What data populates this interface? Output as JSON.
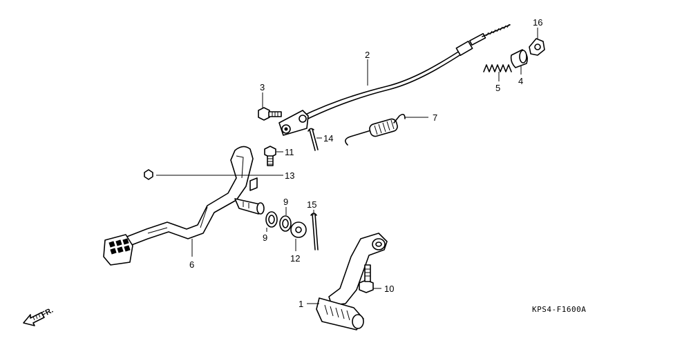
{
  "diagram": {
    "callouts": {
      "c1": "1",
      "c2": "2",
      "c3": "3",
      "c4": "4",
      "c5": "5",
      "c6": "6",
      "c7": "7",
      "c9a": "9",
      "c9b": "9",
      "c10": "10",
      "c11": "11",
      "c12": "12",
      "c13": "13",
      "c14": "14",
      "c15": "15",
      "c16": "16"
    },
    "figure_code": "KPS4-F1600A",
    "direction_label": "FR."
  }
}
